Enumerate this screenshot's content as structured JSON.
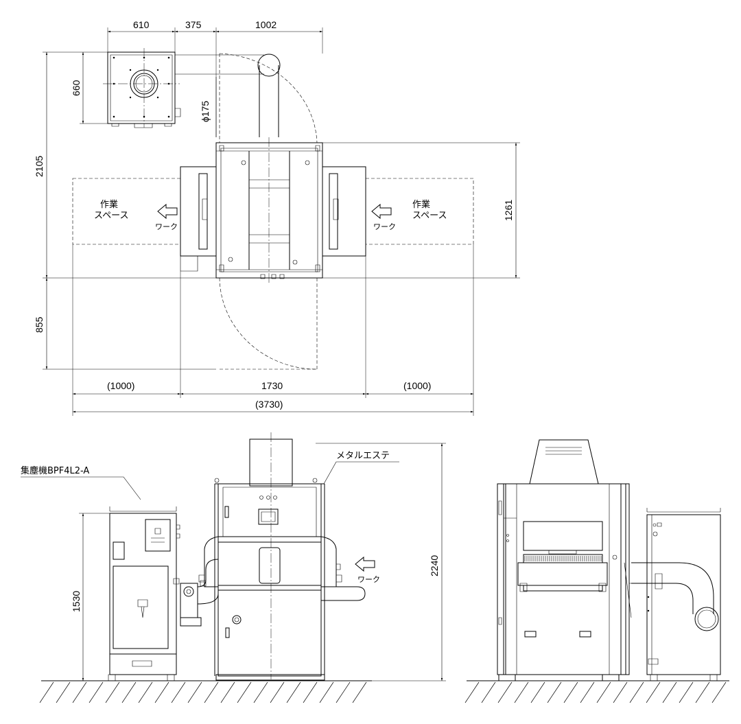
{
  "top_view": {
    "dimensions": {
      "collector_width": "610",
      "gap": "375",
      "offset_right": "1002",
      "collector_depth": "660",
      "duct_diameter": "ϕ175",
      "total_depth": "2105",
      "machine_depth": "1261",
      "front_clearance": "855",
      "left_work": "(1000)",
      "machine_width": "1730",
      "right_work": "(1000)",
      "overall_width": "(3730)"
    },
    "work_space_label_left": [
      "作業",
      "スペース"
    ],
    "work_space_label_right": [
      "作業",
      "スペース"
    ],
    "work_label": "ワーク"
  },
  "front_view": {
    "collector_label": "集塵機BPF4L2-A",
    "machine_label": "メタルエステ",
    "height_collector": "1530",
    "height_machine": "2240",
    "work_label": "ワーク"
  }
}
